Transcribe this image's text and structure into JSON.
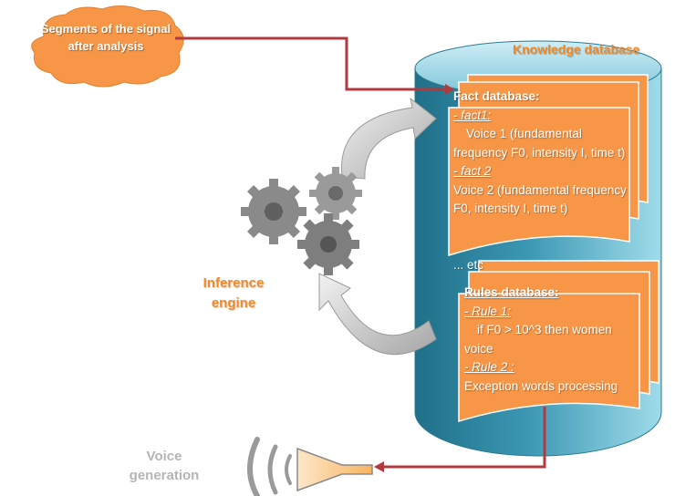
{
  "cloud": {
    "label": "Segments of the signal after analysis"
  },
  "knowledge_db": {
    "title": "Knowledge database"
  },
  "fact_db": {
    "title": "Fact database:",
    "fact1_label": "- fact1:",
    "fact1_text": "Voice 1 (fundamental frequency F0, intensity I, time t)",
    "fact2_label": "- fact 2",
    "fact2_text": "Voice 2 (fundamental frequency F0, intensity I, time t)",
    "etc": "... etc"
  },
  "rules_db": {
    "title": "Rules database:",
    "rule1_label": "- Rule 1:",
    "rule1_text": "if F0 > 10^3 then women voice",
    "rule2_label": "- Rule 2 :",
    "rule2_text": "Exception words processing"
  },
  "inference": {
    "label": "Inference engine"
  },
  "voice": {
    "label": "Voice generation"
  },
  "colors": {
    "orange": "#f79646",
    "teal": "#3a8fa8",
    "connector": "#b03a3e",
    "gear": "#8a8a8a"
  }
}
